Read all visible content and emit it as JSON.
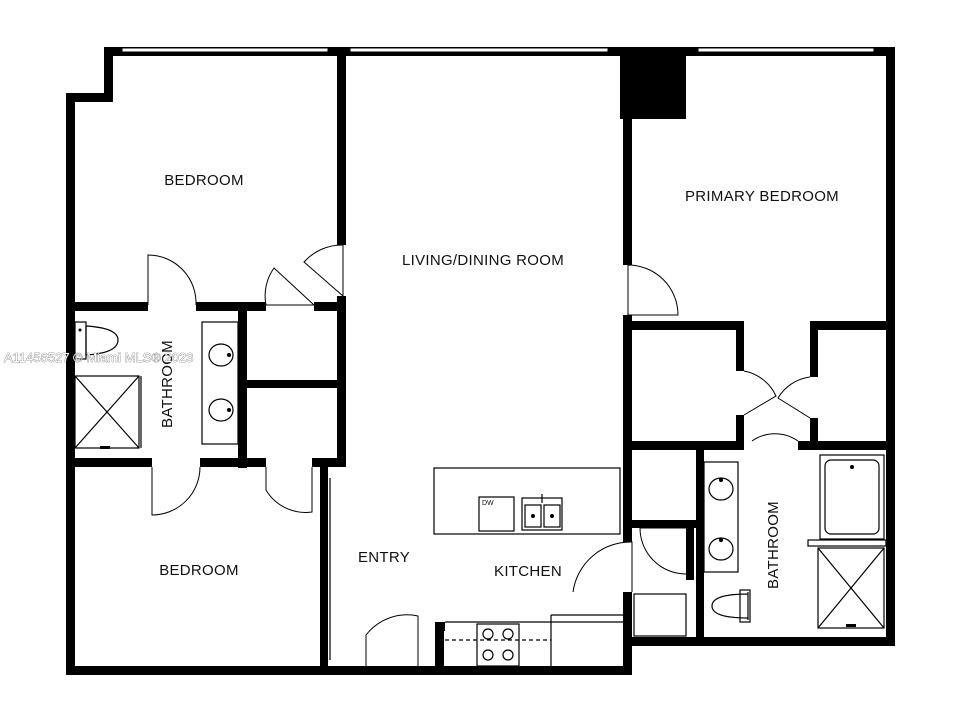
{
  "rooms": {
    "bedroom_top": "BEDROOM",
    "living": "LIVING/DINING ROOM",
    "primary": "PRIMARY BEDROOM",
    "bath_left": "BATHROOM",
    "bedroom_bottom": "BEDROOM",
    "entry": "ENTRY",
    "kitchen": "KITCHEN",
    "bath_right": "BATHROOM"
  },
  "fixtures": {
    "dishwasher": "DW"
  },
  "watermark": "A11456527 © Miami MLS® 2023"
}
